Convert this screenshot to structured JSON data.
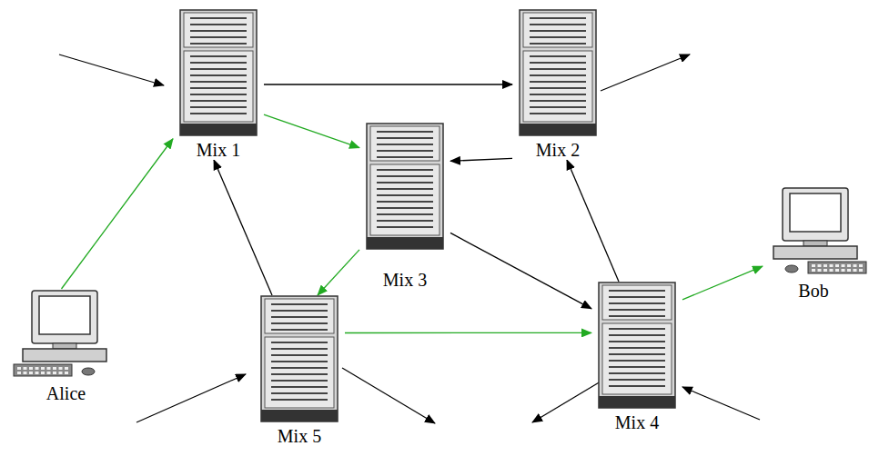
{
  "diagram": {
    "nodes": [
      {
        "text": [
          "Mix 1"
        ]
      },
      {
        "text": [
          "Mix 2"
        ]
      },
      {
        "text": [
          "Mix 3"
        ]
      },
      {
        "text": [
          "Bob"
        ]
      },
      {
        "text": [
          "Alice"
        ]
      },
      {
        "text": [
          "Mix 4"
        ]
      },
      {
        "text": [
          "Mix 5"
        ]
      }
    ],
    "edges": [
      {
        "from": 4,
        "to": 0,
        "arrow": "to"
      },
      {
        "from": 0,
        "to": 1,
        "arrow": "to"
      },
      {
        "from": 0,
        "to": 2,
        "arrow": "to"
      },
      {
        "from": 1,
        "to": 2,
        "arrow": "to"
      },
      {
        "from": 6,
        "to": 0,
        "arrow": "to"
      },
      {
        "from": 2,
        "to": 5,
        "arrow": "to"
      },
      {
        "from": 2,
        "to": 6,
        "arrow": "to"
      },
      {
        "from": 6,
        "to": 5,
        "arrow": "to"
      },
      {
        "from": 5,
        "to": 1,
        "arrow": "to"
      },
      {
        "from": 5,
        "to": 3,
        "arrow": "to"
      }
    ]
  }
}
